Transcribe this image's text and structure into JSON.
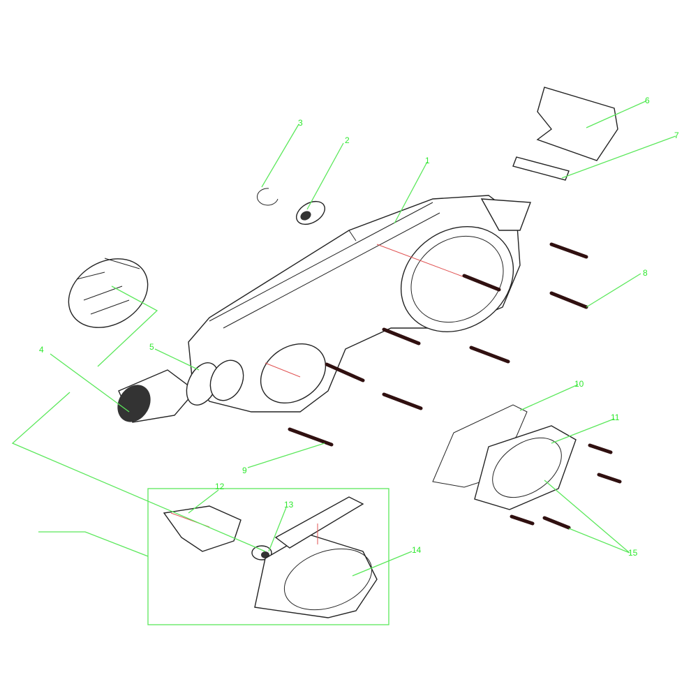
{
  "diagram": {
    "title": "Exploded view - left crankcase cover / starter",
    "labels": {
      "p1": "1",
      "p2": "2",
      "p3": "3",
      "p4": "4",
      "p5": "5",
      "p6": "6",
      "p7": "7",
      "p8": "8",
      "p9": "9",
      "p10": "10",
      "p11": "11",
      "p12": "12",
      "p13": "13",
      "p14": "14",
      "p15": "15"
    },
    "colors": {
      "label": "#2ee82e",
      "leader": "#5be85b",
      "axis": "#e05050",
      "outline": "#222222"
    }
  }
}
